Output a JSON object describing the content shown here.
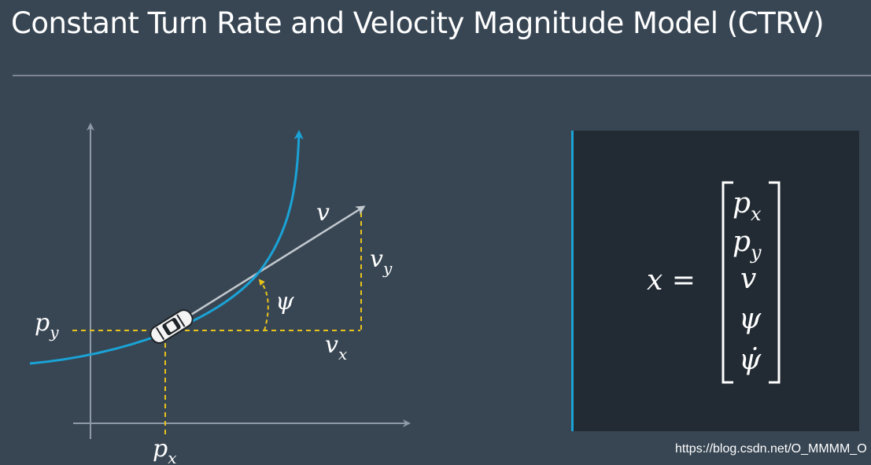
{
  "title": "Constant Turn Rate and Velocity Magnitude Model (CTRV)",
  "diagram": {
    "labels": {
      "v": "v",
      "v_y_base": "v",
      "v_y_sub": "y",
      "v_x_base": "v",
      "v_x_sub": "x",
      "psi": "ψ",
      "p_y_base": "p",
      "p_y_sub": "y",
      "p_x_base": "p",
      "p_x_sub": "x"
    },
    "colors": {
      "trajectory": "#1aa3d6",
      "dashed": "#e8c31a",
      "axes": "#8f9aa6",
      "velocity": "#c2c8ce"
    }
  },
  "state_vector": {
    "lhs": "x =",
    "entries": [
      {
        "base": "p",
        "sub": "x"
      },
      {
        "base": "p",
        "sub": "y"
      },
      {
        "base": "v",
        "sub": ""
      },
      {
        "base": "ψ",
        "sub": ""
      },
      {
        "base": "ψ̇",
        "sub": ""
      }
    ]
  },
  "watermark": "https://blog.csdn.net/O_MMMM_O"
}
